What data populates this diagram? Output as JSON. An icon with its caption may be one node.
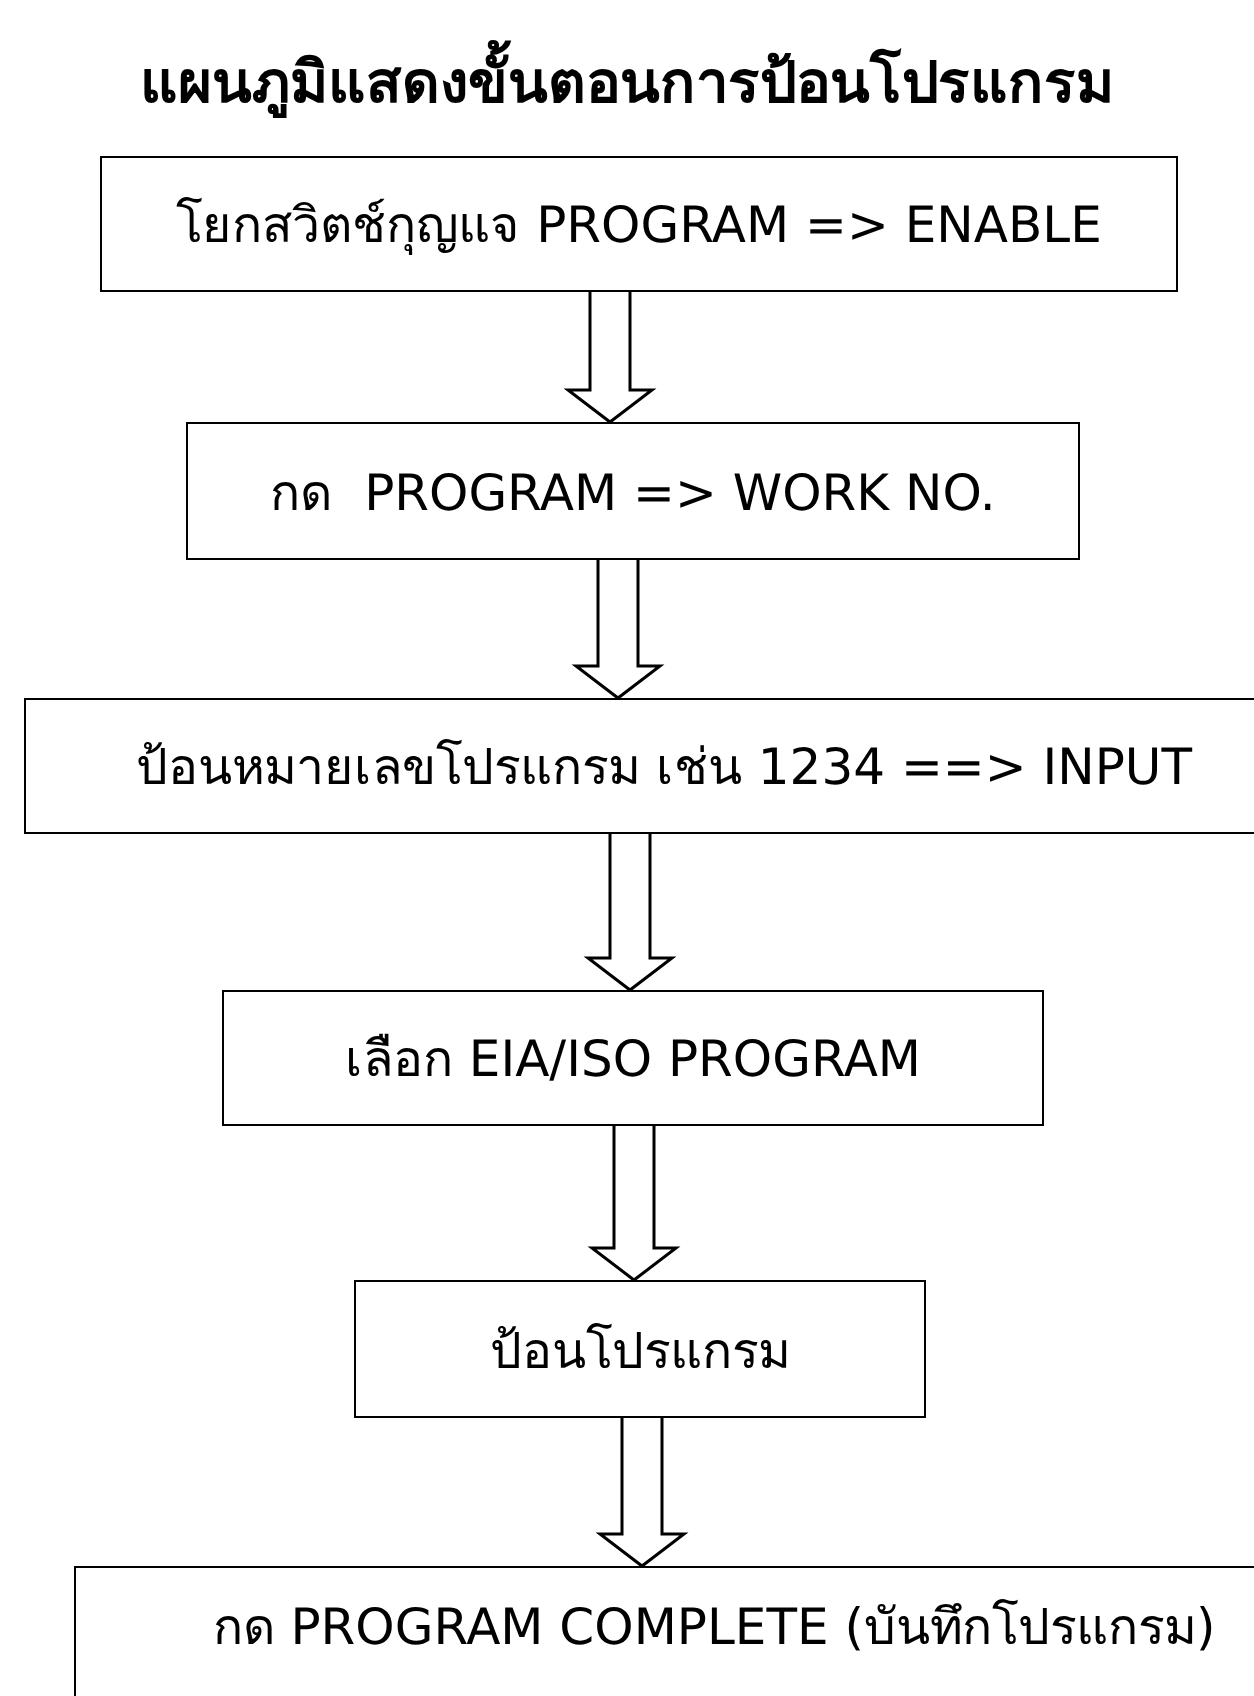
{
  "diagram": {
    "title": "แผนภูมิแสดงขั้นตอนการป้อนโปรแกรม",
    "nodes": [
      {
        "text": [
          "โยกสวิตช์กุญแจ PROGRAM => ENABLE"
        ]
      },
      {
        "text": [
          "กด  PROGRAM => WORK NO."
        ]
      },
      {
        "text": [
          "ป้อนหมายเลขโปรแกรม เช่น 1234 ==> INPUT"
        ]
      },
      {
        "text": [
          "เลือก EIA/ISO PROGRAM"
        ]
      },
      {
        "text": [
          "ป้อนโปรแกรม"
        ]
      },
      {
        "text": [
          "กด PROGRAM COMPLETE (บันทึกโปรแกรม)"
        ]
      }
    ],
    "edges": [
      {
        "from": 0,
        "to": 1,
        "arrow": "to"
      },
      {
        "from": 1,
        "to": 2,
        "arrow": "to"
      },
      {
        "from": 2,
        "to": 3,
        "arrow": "to"
      },
      {
        "from": 3,
        "to": 4,
        "arrow": "to"
      },
      {
        "from": 4,
        "to": 5,
        "arrow": "to"
      }
    ]
  }
}
